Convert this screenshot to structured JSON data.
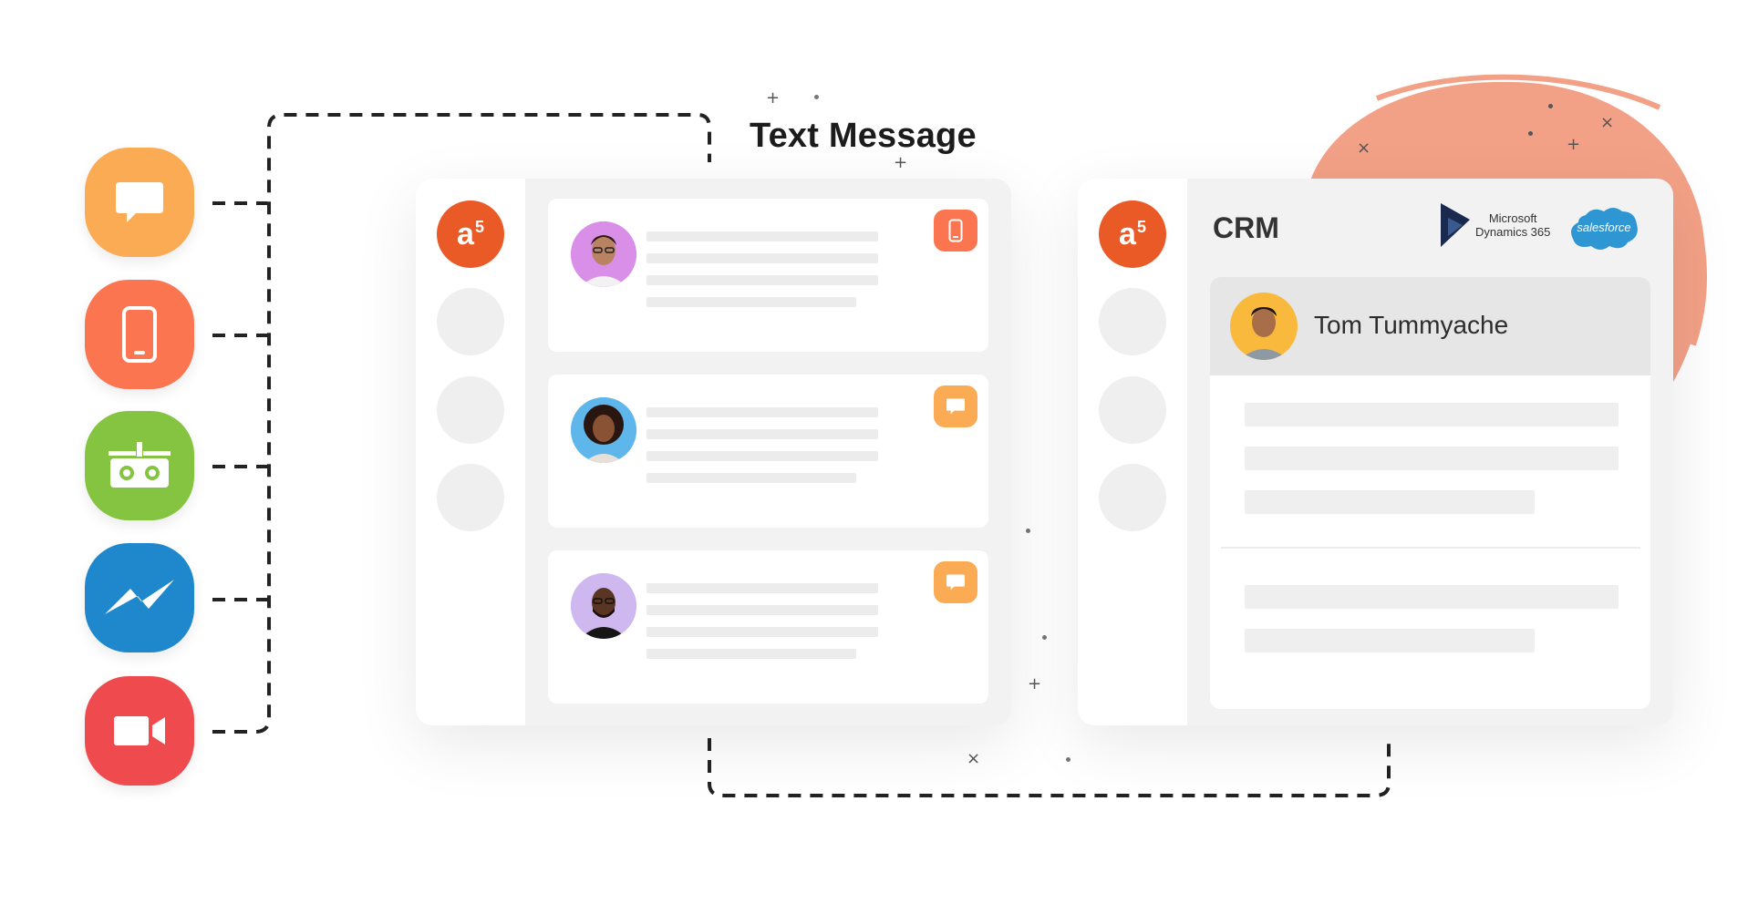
{
  "header": {
    "title": "Text Message"
  },
  "channels": [
    {
      "icon": "chat-icon",
      "color": "#fbab54"
    },
    {
      "icon": "phone-icon",
      "color": "#fb7550"
    },
    {
      "icon": "voicemail-icon",
      "color": "#84c441"
    },
    {
      "icon": "messenger-icon",
      "color": "#1f88cc"
    },
    {
      "icon": "video-icon",
      "color": "#ef4b4f"
    }
  ],
  "inbox": {
    "logo": {
      "text": "a",
      "sup": "5"
    },
    "conversations": [
      {
        "avatar": "avatar-man-glasses",
        "channel_icon": "phone-icon",
        "channel_color": "#fb7550"
      },
      {
        "avatar": "avatar-woman-curly",
        "channel_icon": "chat-icon",
        "channel_color": "#fbab54"
      },
      {
        "avatar": "avatar-man-beard",
        "channel_icon": "chat-icon",
        "channel_color": "#fbab54"
      }
    ]
  },
  "crm": {
    "logo": {
      "text": "a",
      "sup": "5"
    },
    "title": "CRM",
    "integrations": {
      "microsoft_line1": "Microsoft",
      "microsoft_line2": "Dynamics 365",
      "salesforce": "salesforce"
    },
    "contact": {
      "name": "Tom Tummyache"
    }
  },
  "colors": {
    "accent": "#ea5a26",
    "blob": "#f3a186"
  }
}
